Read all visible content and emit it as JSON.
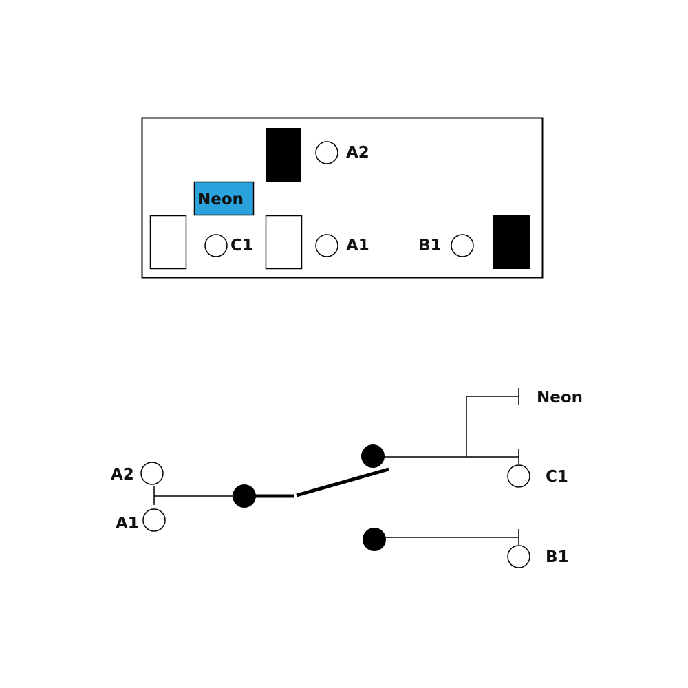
{
  "relay_top_view": {
    "pins": [
      {
        "id": "A2",
        "label": "A2"
      },
      {
        "id": "C1",
        "label": "C1"
      },
      {
        "id": "A1",
        "label": "A1"
      },
      {
        "id": "B1",
        "label": "B1"
      }
    ],
    "neon_indicator": {
      "label": "Neon",
      "color": "#2aa3dd"
    }
  },
  "schematic": {
    "coil": {
      "top_label": "A2",
      "bottom_label": "A1"
    },
    "outputs": {
      "neon_label": "Neon",
      "c1_label": "C1",
      "b1_label": "B1"
    }
  },
  "colors": {
    "line": "#000000",
    "neon": "#2aa3dd",
    "background": "#ffffff"
  }
}
